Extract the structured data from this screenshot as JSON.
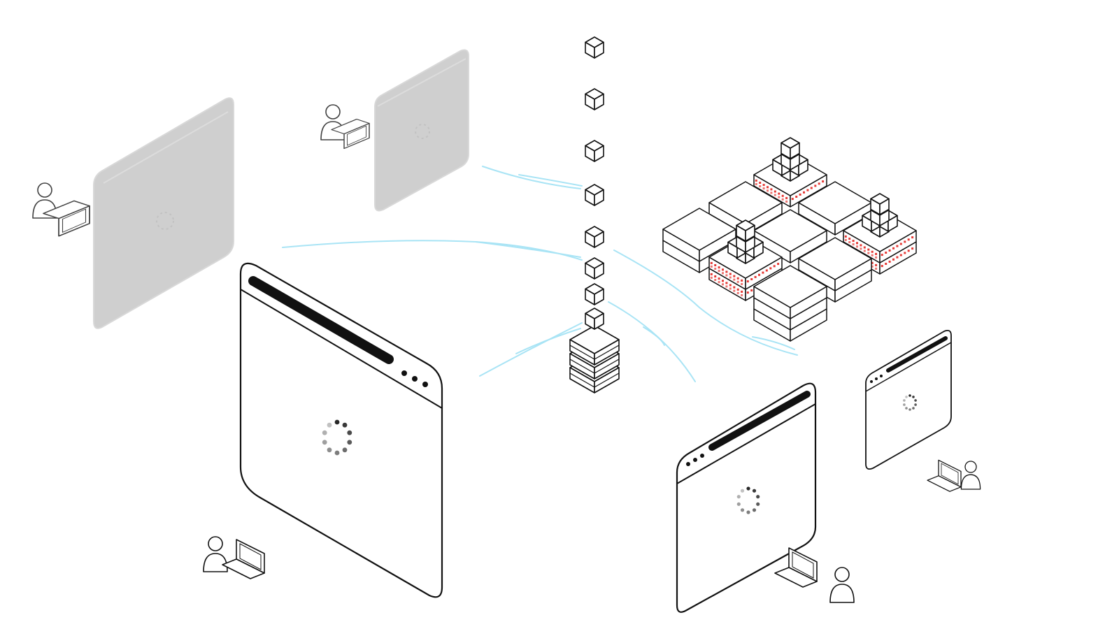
{
  "scene": {
    "kind": "isometric illustration",
    "text": ""
  },
  "colors": {
    "background": "#ffffff",
    "connector": "#a9e4f5",
    "ink": "#111111",
    "faded_window": "#cfcfcf",
    "faded_window_stroke": "#d9d9d9",
    "server_light": "#e53935",
    "spinner": "#888888"
  },
  "elements": {
    "user_workstations": [
      {
        "id": "user-far-left",
        "state": "faded",
        "icon": "person-with-laptop-icon"
      },
      {
        "id": "user-far-top",
        "state": "faded",
        "icon": "person-with-laptop-icon"
      },
      {
        "id": "user-front-left",
        "state": "active",
        "icon": "person-with-laptop-icon"
      },
      {
        "id": "user-front-right",
        "state": "active",
        "icon": "person-with-laptop-icon"
      },
      {
        "id": "user-right-small",
        "state": "active",
        "icon": "person-with-laptop-icon"
      }
    ],
    "browser_windows": [
      {
        "id": "window-far-left",
        "state": "faded",
        "content": "loading-spinner-icon"
      },
      {
        "id": "window-far-top",
        "state": "faded",
        "content": "loading-spinner-icon"
      },
      {
        "id": "window-front-left",
        "state": "loading",
        "content": "loading-spinner-icon"
      },
      {
        "id": "window-front-right",
        "state": "loading",
        "content": "loading-spinner-icon"
      },
      {
        "id": "window-right-small",
        "state": "loading",
        "content": "loading-spinner-icon"
      }
    ],
    "package_queue": {
      "cube_count": 8,
      "icon": "cube-icon"
    },
    "origin_server_stack": {
      "layers": 3,
      "icon": "server-stack-icon"
    },
    "data_center": {
      "stacks": 9,
      "lit_stacks": 3,
      "icon": "server-rack-icon"
    }
  }
}
